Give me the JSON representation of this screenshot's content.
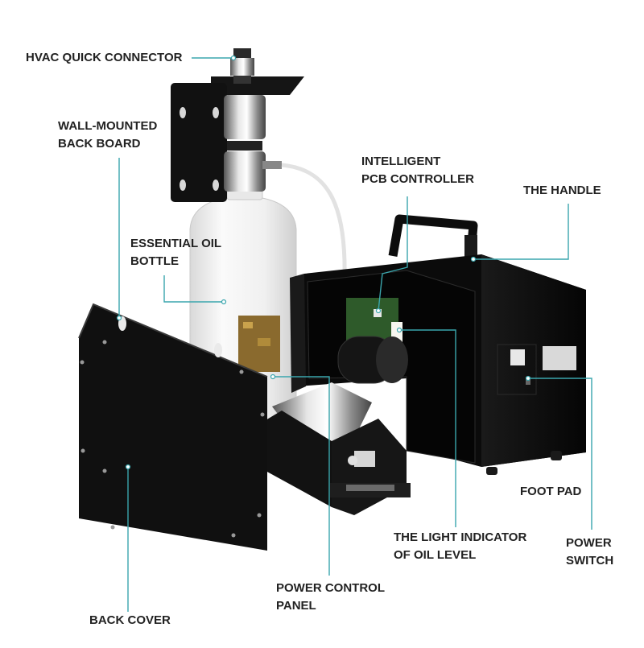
{
  "colors": {
    "leader": "#3aa6ad",
    "text": "#222222",
    "body": "#111111",
    "bottle": "#f4f4f4"
  },
  "callouts": {
    "hvac_connector": [
      "HVAC QUICK CONNECTOR"
    ],
    "wall_board": [
      "WALL-MOUNTED",
      "BACK BOARD"
    ],
    "pcb_controller": [
      "INTELLIGENT",
      "PCB CONTROLLER"
    ],
    "handle": [
      "THE HANDLE"
    ],
    "oil_bottle": [
      "ESSENTIAL OIL",
      "BOTTLE"
    ],
    "foot_pad": [
      "FOOT PAD"
    ],
    "light_indicator": [
      "THE LIGHT INDICATOR",
      "OF OIL LEVEL"
    ],
    "power_switch": [
      "POWER",
      "SWITCH"
    ],
    "power_panel": [
      "POWER CONTROL",
      "PANEL"
    ],
    "back_cover": [
      "BACK COVER"
    ]
  }
}
